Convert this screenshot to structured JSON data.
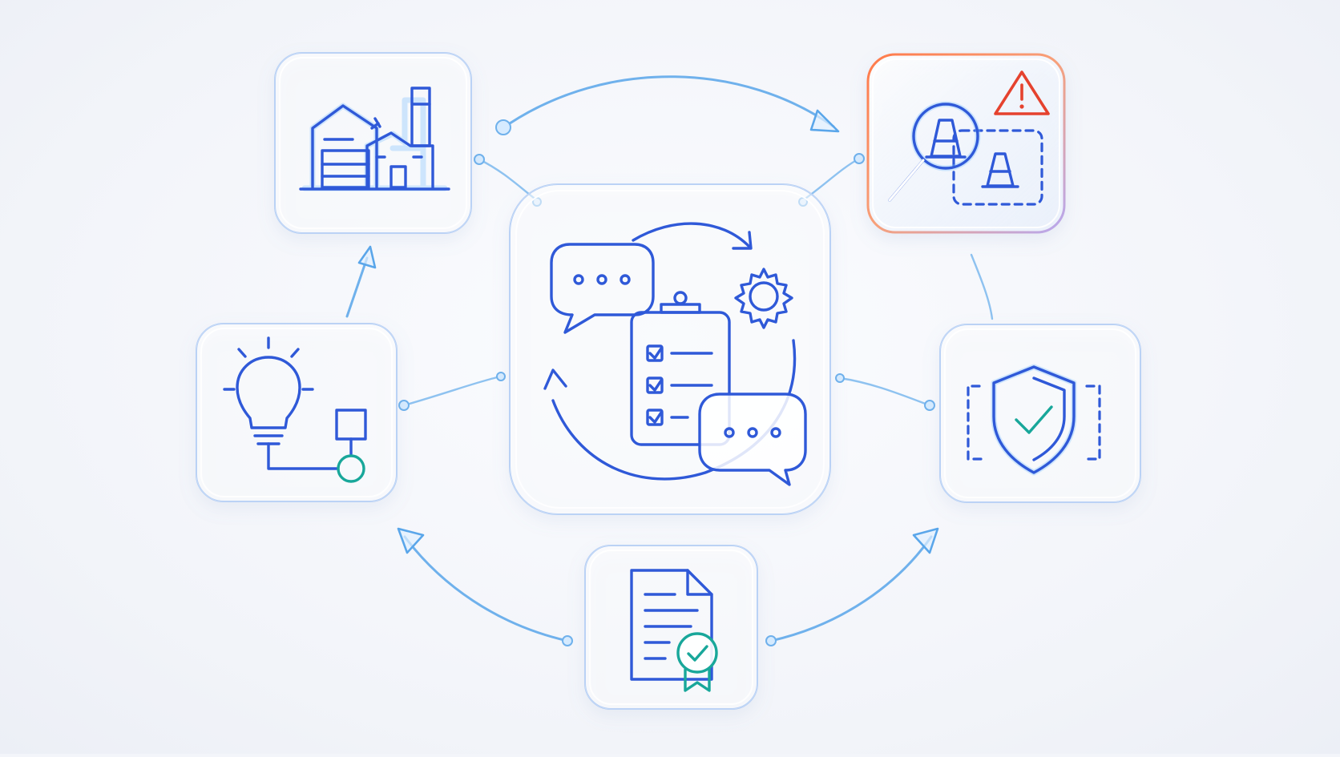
{
  "colors": {
    "accent_blue": "#2f59d8",
    "connector_blue": "#6fb1ec",
    "teal": "#18a79a",
    "warning_red": "#e5422e",
    "warning_orange": "#f39a5a"
  },
  "nodes": [
    {
      "id": "center",
      "icon": "chat-checklist-cycle-icon"
    },
    {
      "id": "factory",
      "icon": "factory-icon"
    },
    {
      "id": "risk-inspection",
      "icon": "magnifier-traffic-cone-warning-icon",
      "highlight": "warning"
    },
    {
      "id": "idea",
      "icon": "lightbulb-flowchart-icon"
    },
    {
      "id": "protection",
      "icon": "shield-check-icon"
    },
    {
      "id": "certificate",
      "icon": "certificate-document-icon"
    }
  ],
  "edges": [
    {
      "from": "factory",
      "to": "risk-inspection",
      "arrow": true
    },
    {
      "from": "idea",
      "to": "factory",
      "arrow": true
    },
    {
      "from": "certificate",
      "to": "idea",
      "arrow": true
    },
    {
      "from": "certificate",
      "to": "protection",
      "arrow": true
    },
    {
      "from": "center",
      "to": "factory",
      "arrow": false
    },
    {
      "from": "center",
      "to": "risk-inspection",
      "arrow": false
    },
    {
      "from": "center",
      "to": "idea",
      "arrow": false
    },
    {
      "from": "center",
      "to": "protection",
      "arrow": false
    },
    {
      "from": "risk-inspection",
      "to": "protection",
      "arrow": false
    }
  ]
}
